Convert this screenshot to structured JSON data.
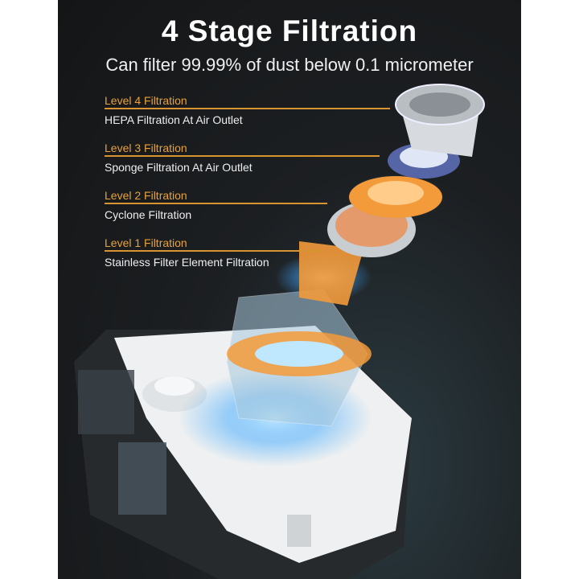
{
  "header": {
    "title": "4 Stage Filtration",
    "subtitle": "Can filter 99.99% of dust below 0.1 micrometer"
  },
  "levels": [
    {
      "label": "Level 4 Filtration",
      "description": "HEPA Filtration At Air Outlet"
    },
    {
      "label": "Level 3 Filtration",
      "description": "Sponge Filtration At Air Outlet"
    },
    {
      "label": "Level 2 Filtration",
      "description": "Cyclone Filtration"
    },
    {
      "label": "Level 1 Filtration",
      "description": "Stainless Filter Element Filtration"
    }
  ],
  "colors": {
    "accent": "#e9a23b",
    "background": "#1a1c1e",
    "glow": "#3fa9ff"
  }
}
